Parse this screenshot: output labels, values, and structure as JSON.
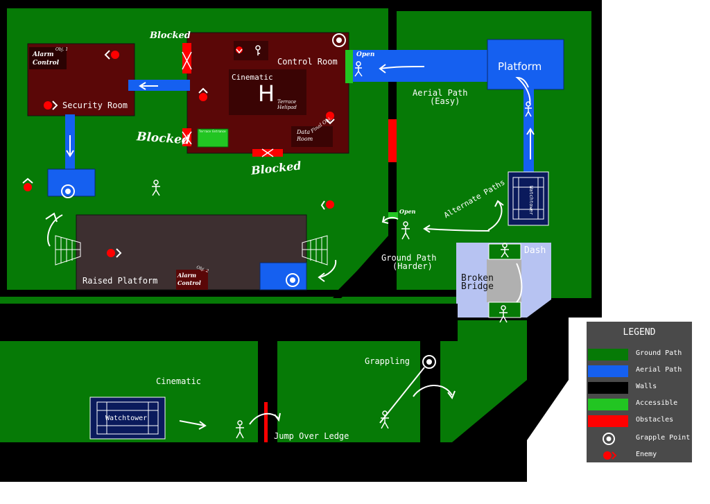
{
  "colors": {
    "ground": "#067a06",
    "aerial": "#1560f0",
    "wall": "#000000",
    "accessible": "#22c522",
    "obstacle": "#ff0000",
    "room": "#5a0707",
    "raised": "#3d2f30",
    "bridge": "#b7c3f2",
    "enemy": "#ff0000"
  },
  "rooms": {
    "control_room": "Control Room",
    "security_room": "Security Room",
    "data_room": "Data Room",
    "cinematic_inner": "Cinematic",
    "helipad_letter": "H",
    "helipad_caption": "Terrace Helipad",
    "terrace_caption": "Terrace Entrance",
    "final_obj": "Final Obj.",
    "alarm_control_1": "Alarm Control",
    "obj_1": "Obj. 1",
    "alarm_control_2": "Alarm Control",
    "obj_2": "Obj. 2",
    "raised_platform": "Raised Platform",
    "platform": "Platform",
    "watchtower_upper": "Watchtower",
    "watchtower_lower": "Watchtower"
  },
  "labels": {
    "blocked_1": "Blocked",
    "blocked_2": "Blocked",
    "blocked_3": "Blocked",
    "open_1": "Open",
    "open_2": "Open",
    "aerial_path": "Aerial Path",
    "aerial_sub": "(Easy)",
    "alternate_paths": "Alternate Paths",
    "ground_path": "Ground Path",
    "ground_sub": "(Harder)",
    "dash": "Dash",
    "broken": "Broken",
    "bridge": "Bridge",
    "grappling": "Grappling",
    "cinematic_lower": "Cinematic",
    "jump_over_ledge": "Jump Over Ledge"
  },
  "legend": {
    "title": "LEGEND",
    "items": [
      {
        "label": "Ground Path",
        "color": "#067a06"
      },
      {
        "label": "Aerial Path",
        "color": "#1560f0"
      },
      {
        "label": "Walls",
        "color": "#000000"
      },
      {
        "label": "Accessible",
        "color": "#22c522"
      },
      {
        "label": "Obstacles",
        "color": "#ff0000"
      },
      {
        "label": "Grapple Point",
        "icon": "grapple-point-icon"
      },
      {
        "label": "Enemy",
        "icon": "enemy-icon"
      }
    ]
  }
}
